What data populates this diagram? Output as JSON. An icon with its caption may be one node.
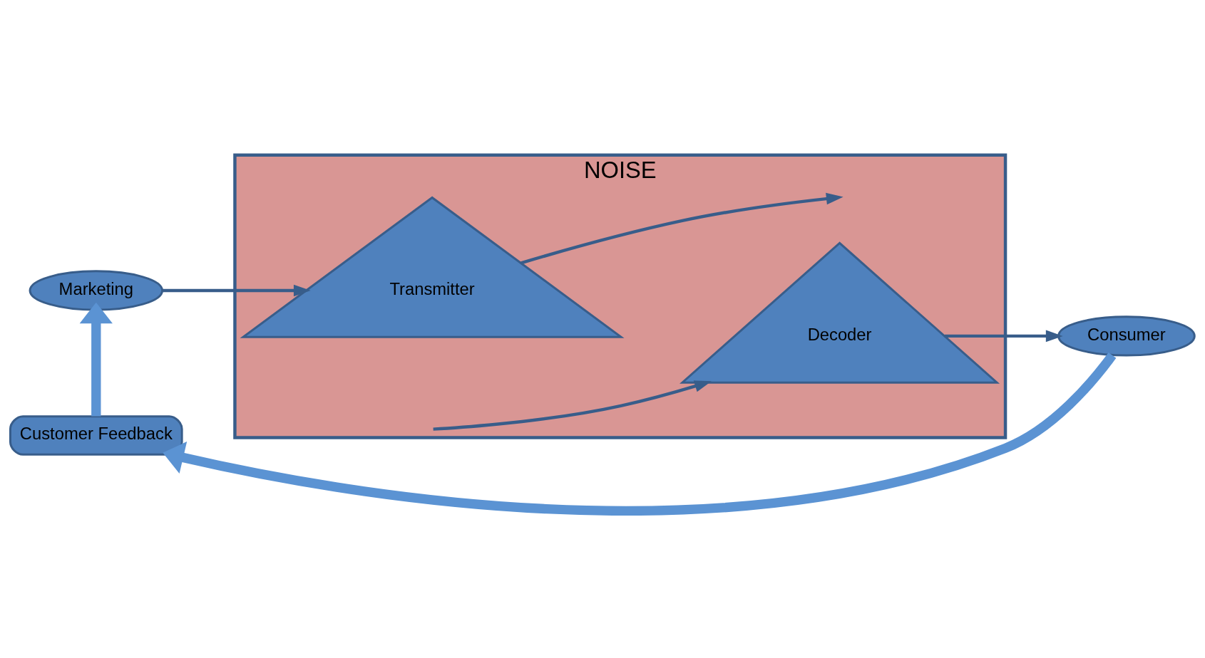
{
  "diagram": {
    "nodes": [
      {
        "text": [
          "Marketing"
        ]
      },
      {
        "text": [
          "NOISE"
        ]
      },
      {
        "text": [
          "Transmitter"
        ],
        "in": 1
      },
      {
        "text": [
          "Decoder"
        ],
        "in": 1
      },
      {
        "text": [
          "Consumer"
        ]
      },
      {
        "text": [
          "Customer Feedback"
        ]
      }
    ],
    "edges": [
      {
        "from": 0,
        "to": 2,
        "arrow": "to"
      },
      {
        "from": 2,
        "to": null,
        "arrow": "to"
      },
      {
        "from": null,
        "to": 3,
        "arrow": "to"
      },
      {
        "from": 3,
        "to": 4,
        "arrow": "to"
      },
      {
        "from": 4,
        "to": 5,
        "arrow": "to",
        "style": "thick",
        "color": "#5b93d3"
      },
      {
        "from": 5,
        "to": 0,
        "arrow": "to",
        "style": "thick",
        "color": "#5b93d3"
      }
    ]
  }
}
